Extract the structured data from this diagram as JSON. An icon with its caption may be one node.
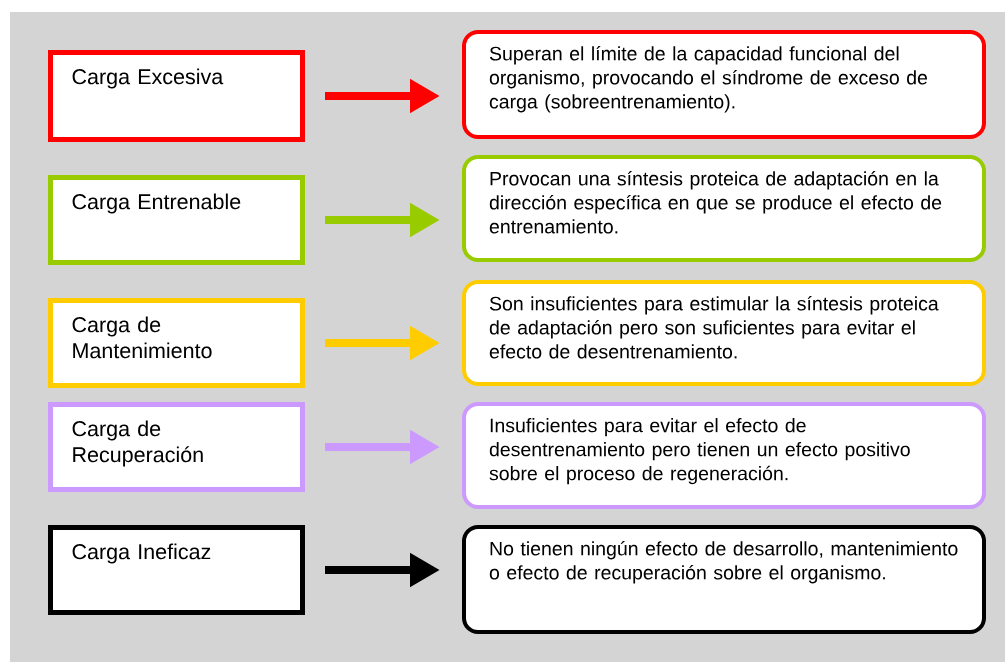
{
  "diagram": {
    "nodes": [
      {
        "text": [
          "Carga Excesiva"
        ]
      },
      {
        "text": [
          "Superan el límite de la capacidad funcional del organismo, provocando el síndrome de exceso de carga (sobreentrenamiento)."
        ]
      },
      {
        "text": [
          "Carga Entrenable"
        ]
      },
      {
        "text": [
          "Provocan una síntesis proteica de adaptación en la dirección específica en que se produce el efecto de entrenamiento."
        ]
      },
      {
        "text": [
          "Carga de Mantenimiento"
        ]
      },
      {
        "text": [
          "Son insuficientes para estimular la síntesis proteica de adaptación pero son suficientes para evitar el efecto de desentrenamiento."
        ]
      },
      {
        "text": [
          "Carga de Recuperación"
        ]
      },
      {
        "text": [
          "Insuficientes para evitar el efecto de desentrenamiento pero tienen un efecto positivo sobre el proceso de regeneración."
        ]
      },
      {
        "text": [
          "Carga Ineficaz"
        ]
      },
      {
        "text": [
          "No tienen ningún efecto de desarrollo, mantenimiento o efecto de recuperación sobre el organismo."
        ]
      }
    ],
    "edges": [
      {
        "from": 0,
        "to": 1,
        "arrow": "to",
        "color": "#ff0000"
      },
      {
        "from": 2,
        "to": 3,
        "arrow": "to",
        "color": "#99cc00"
      },
      {
        "from": 4,
        "to": 5,
        "arrow": "to",
        "color": "#ffcc00"
      },
      {
        "from": 6,
        "to": 7,
        "arrow": "to",
        "color": "#cc99ff"
      },
      {
        "from": 8,
        "to": 9,
        "arrow": "to",
        "color": "#000000"
      }
    ]
  }
}
